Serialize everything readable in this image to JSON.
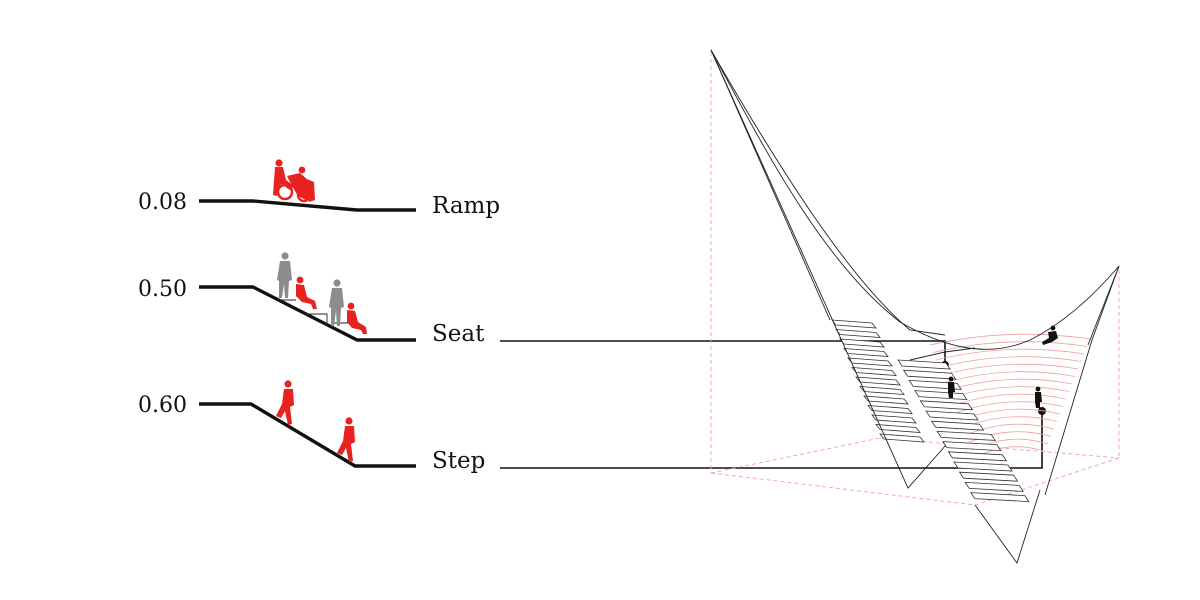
{
  "profiles": [
    {
      "id": "ramp",
      "value": "0.08",
      "label": "Ramp"
    },
    {
      "id": "seat",
      "value": "0.50",
      "label": "Seat"
    },
    {
      "id": "step",
      "value": "0.60",
      "label": "Step"
    }
  ],
  "colors": {
    "accent_red": "#e8231f",
    "figure_gray": "#8c8c8c",
    "line": "#111111",
    "contour_pink": "#f0a0a0",
    "dashed_guide": "#f2a0a0"
  },
  "icons": {
    "ramp": "wheelchair-figures-icon",
    "seat": "standing-and-seated-figures-icon",
    "step": "climbing-figures-icon"
  }
}
